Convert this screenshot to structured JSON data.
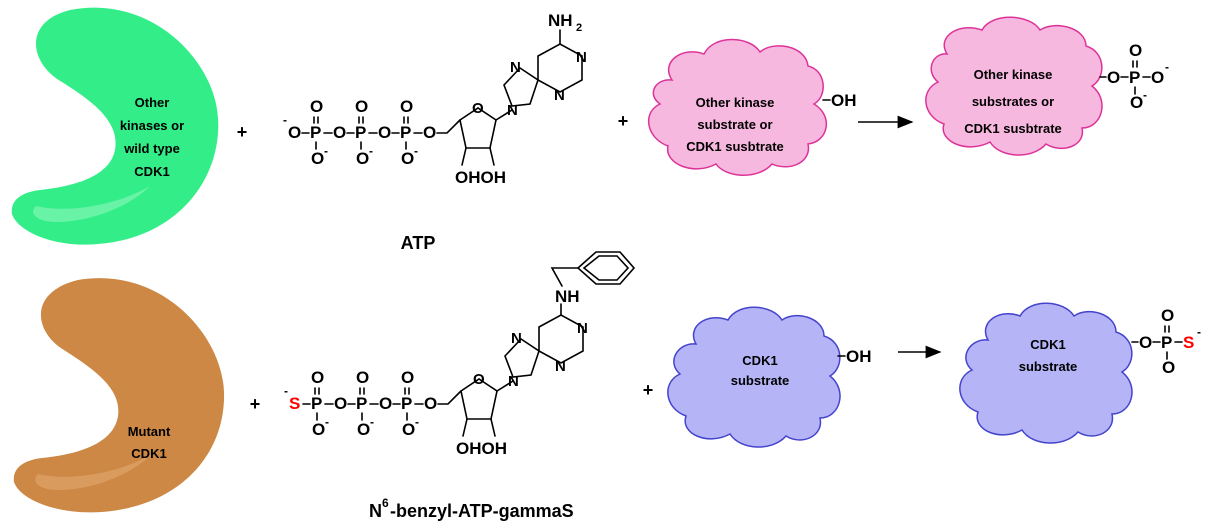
{
  "colors": {
    "wild_enzyme": "#33ee88",
    "mutant_enzyme": "#cc8844",
    "pink_substrate": "#f7b8df",
    "pink_outline": "#dd3399",
    "blue_substrate": "#b4b4f6",
    "blue_outline": "#4444cc",
    "sulfur": "#ff0000"
  },
  "row1": {
    "enzyme_lines": [
      "Other",
      "kinases or",
      "wild type",
      "CDK1"
    ],
    "plus1": "+",
    "nucleotide_label": "ATP",
    "amine": "NH",
    "amine_sub": "2",
    "plus2": "+",
    "substrate_lines": [
      "Other kinase",
      "substrate or",
      "CDK1 susbtrate"
    ],
    "hydroxyl": "OH",
    "product_lines": [
      "Other kinase",
      "substrates or",
      "CDK1 susbtrate"
    ]
  },
  "row2": {
    "enzyme_lines": [
      "Mutant",
      "CDK1"
    ],
    "plus1": "+",
    "nucleotide_label_prefix": "N",
    "nucleotide_label_sup": "6",
    "nucleotide_label_rest": "-benzyl-ATP-gammaS",
    "amine": "NH",
    "plus2": "+",
    "substrate_lines": [
      "CDK1",
      "substrate"
    ],
    "hydroxyl": "OH",
    "product_lines": [
      "CDK1",
      "substrate"
    ]
  },
  "chem": {
    "O": "O",
    "P": "P",
    "N": "N",
    "S": "S",
    "OH": "OH",
    "minus": "-",
    "ribose_hydroxyls": "OHOH"
  }
}
